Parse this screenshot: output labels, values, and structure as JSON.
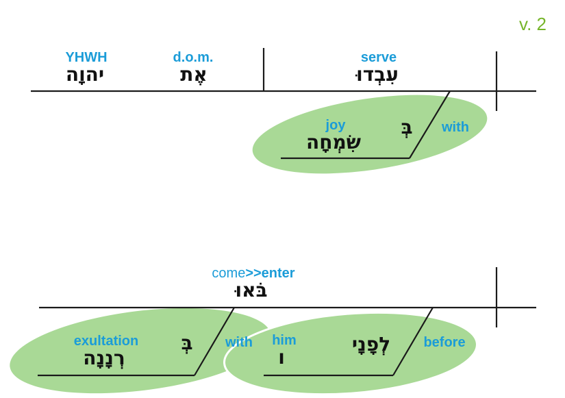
{
  "page": {
    "verse_label": "v. 2"
  },
  "colors": {
    "accent_blue": "#1b9cd8",
    "verse_green": "#76b52a",
    "ellipse_green": "#a9d996",
    "line_black": "#1a1a1a"
  },
  "clause1": {
    "object": {
      "gloss": "YHWH",
      "hebrew": "יהוָה"
    },
    "object_marker": {
      "gloss": "d.o.m.",
      "hebrew": "אֶת"
    },
    "verb": {
      "gloss": "serve",
      "hebrew": "עִבְדוּ"
    },
    "pp": {
      "noun_gloss": "joy",
      "noun_hebrew": "שִׂמְחָה",
      "prep_hebrew": "בְּ",
      "prep_gloss": "with"
    }
  },
  "clause2": {
    "verb": {
      "gloss_plain": "come",
      "gloss_bold": ">>enter",
      "hebrew": "בֹּאוּ"
    },
    "pp_manner": {
      "noun_gloss": "exultation",
      "noun_hebrew": "רְנָנָה",
      "prep_hebrew": "בְּ",
      "prep_gloss": "with"
    },
    "pp_place": {
      "noun_gloss": "him",
      "noun_hebrew": "ו",
      "prep_hebrew": "לְפָנָי",
      "prep_gloss": "before"
    }
  }
}
